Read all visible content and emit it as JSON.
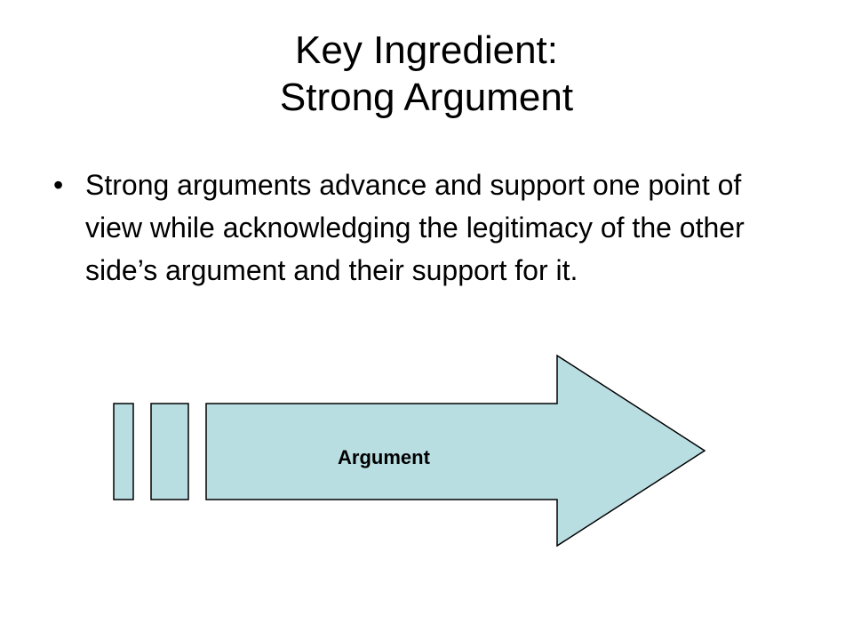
{
  "slide": {
    "title_line1": "Key Ingredient:",
    "title_line2": "Strong Argument",
    "bullets": [
      {
        "marker": "•",
        "text": "Strong arguments advance and support one point of view while acknowledging the legitimacy of the other side’s argument and their support for it."
      }
    ]
  },
  "diagram": {
    "arrow_label": "Argument",
    "fill_color": "#b9dee2",
    "stroke_color": "#000000"
  }
}
